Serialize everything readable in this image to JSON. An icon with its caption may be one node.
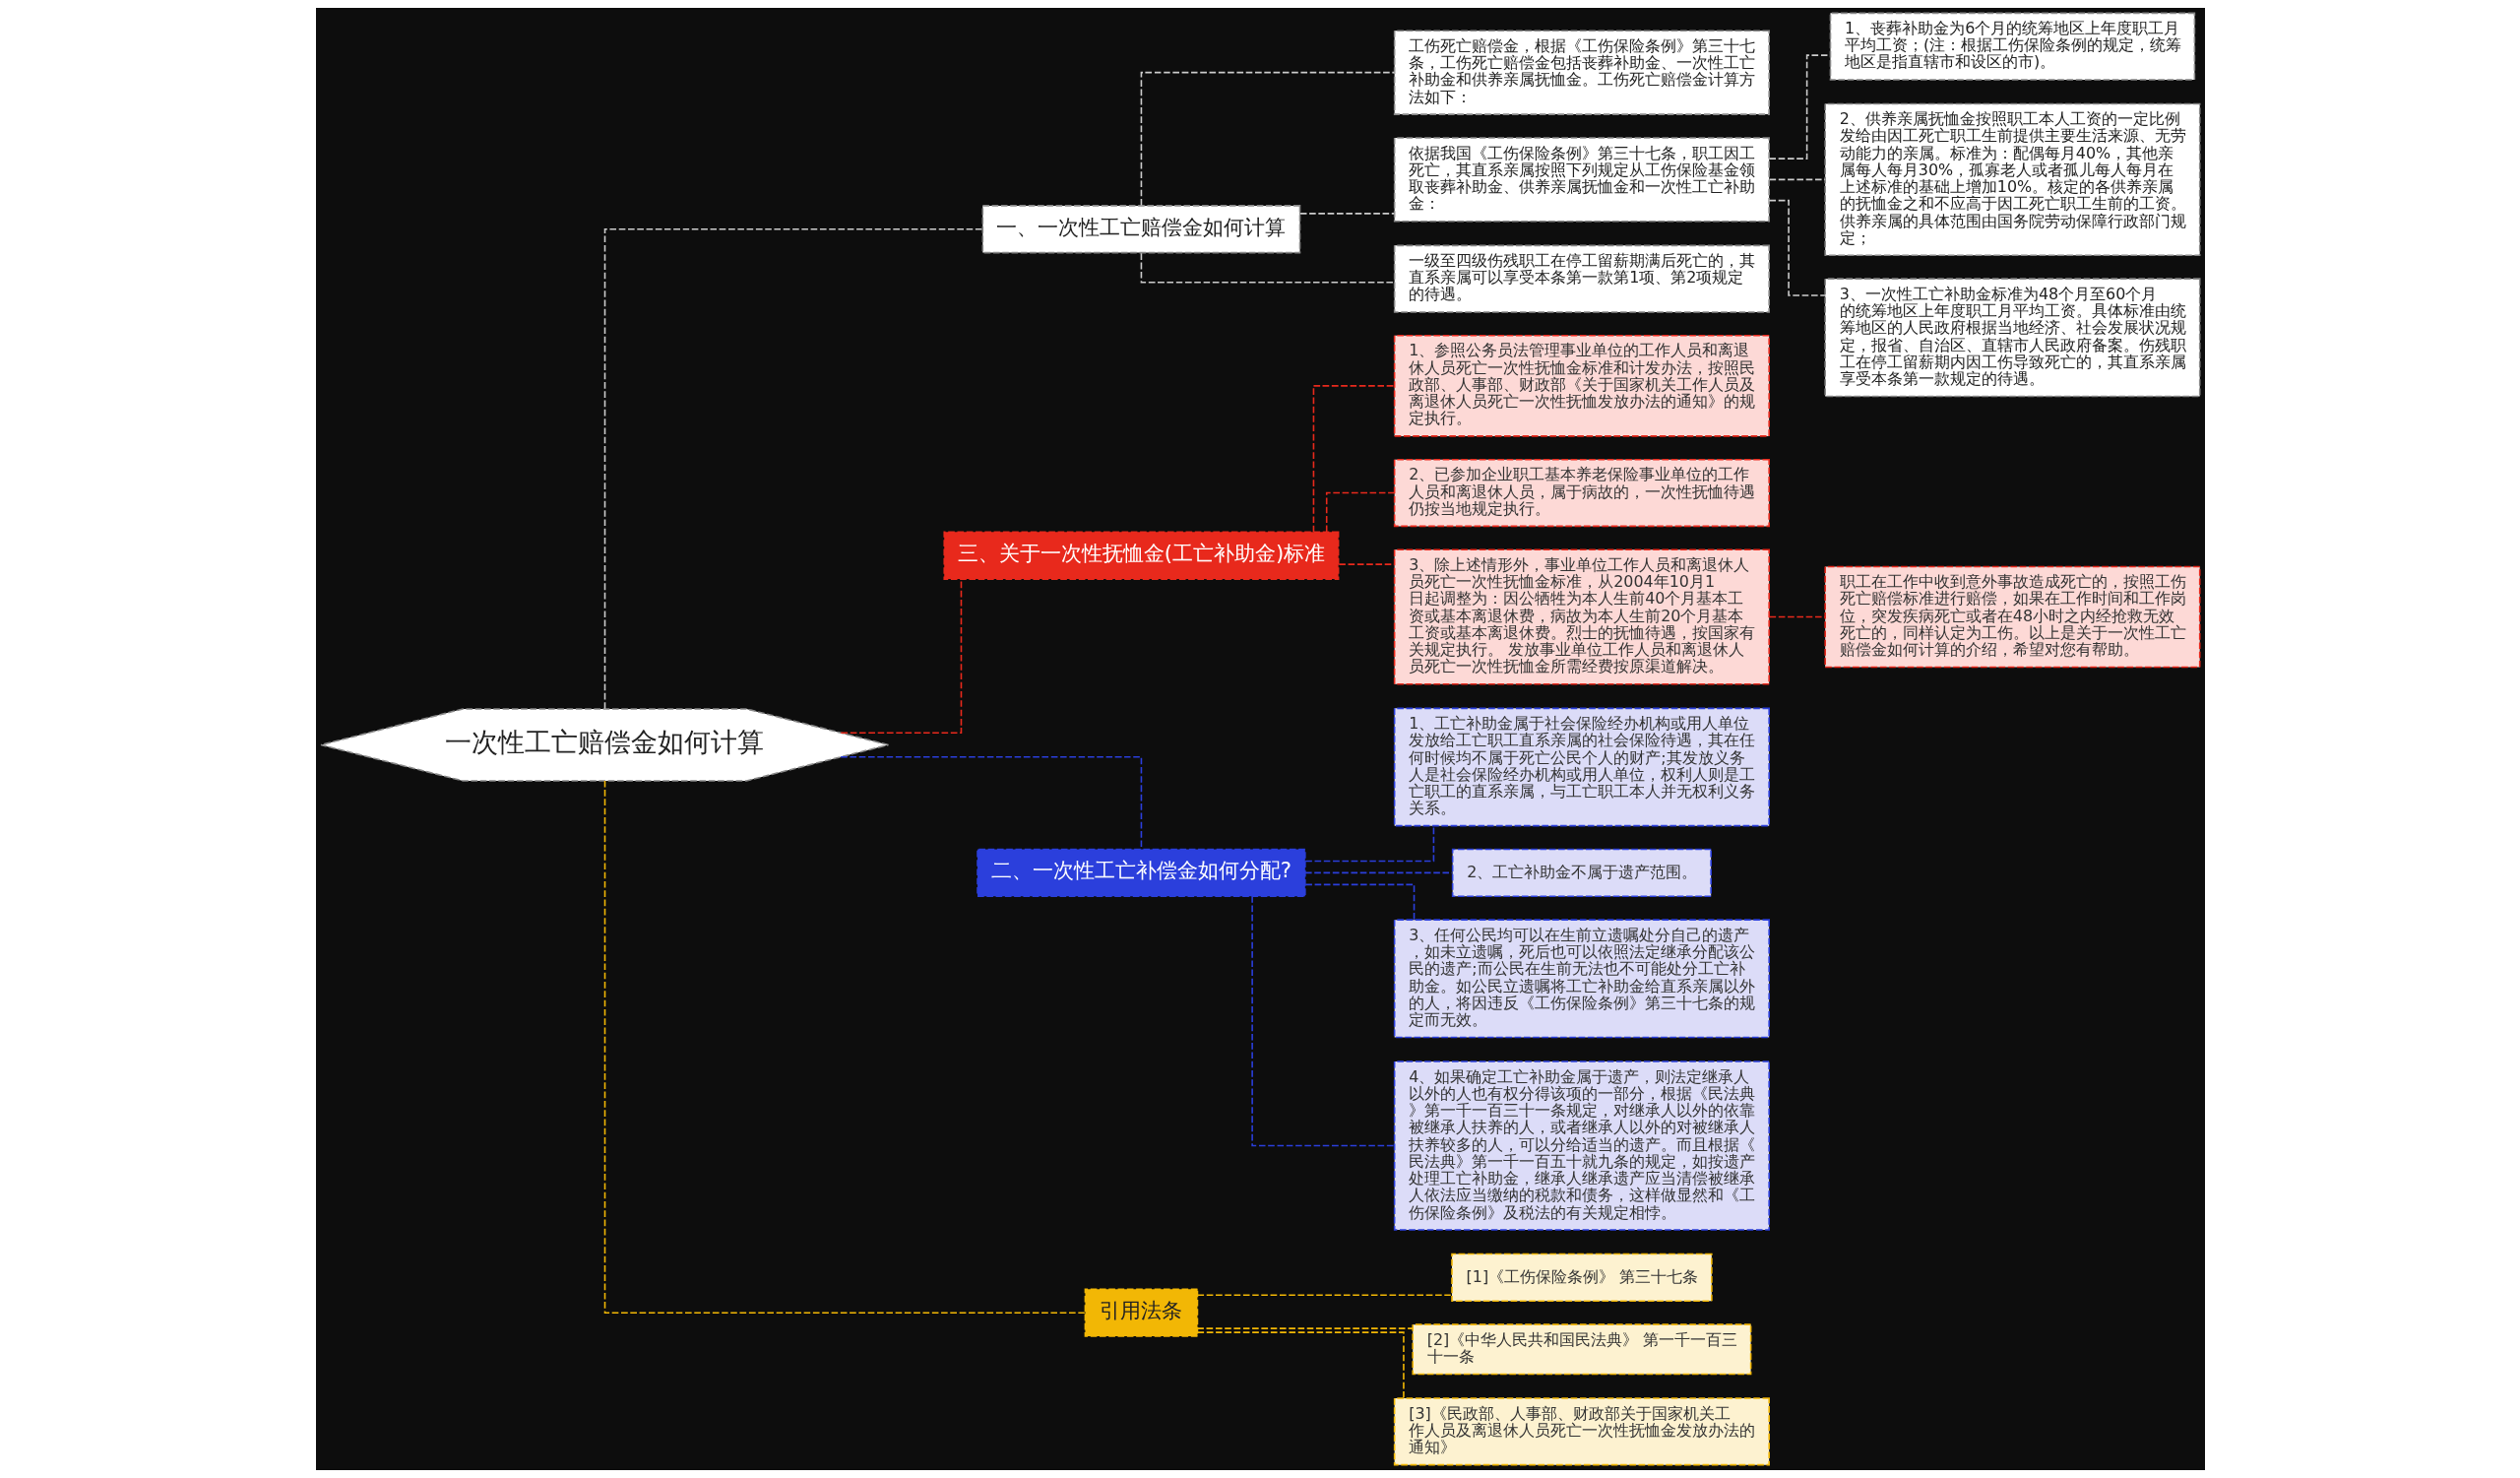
{
  "diagram": {
    "nodes": [
      {
        "text": [
          "一次性工亡赔偿金如何计算"
        ]
      },
      {
        "text": [
          "一、一次性工亡赔偿金如何计算"
        ]
      },
      {
        "text": [
          "工伤死亡赔偿金，根据《工伤保险条例》第三十七条，工伤死亡赔偿金包括丧葬补助金、一次性工亡补助金和供养亲属抚恤金。工伤死亡赔偿金计算方法如下："
        ]
      },
      {
        "text": [
          "依据我国《工伤保险条例》第三十七条，职工因工死亡，其直系亲属按照下列规定从工伤保险基金领取丧葬补助金、供养亲属抚恤金和一次性工亡补助金："
        ]
      },
      {
        "text": [
          "1、丧葬补助金为6个月的统筹地区上年度职工月平均工资；(注：根据工伤保险条例的规定，统筹地区是指直辖市和设区的市)。"
        ]
      },
      {
        "text": [
          "2、供养亲属抚恤金按照职工本人工资的一定比例发给由因工死亡职工生前提供主要生活来源、无劳动能力的亲属。标准为：配偶每月40%，其他亲属每人每月30%，孤寡老人或者孤儿每人每月在上述标准的基础上增加10%。核定的各供养亲属的抚恤金之和不应高于因工死亡职工生前的工资。供养亲属的具体范围由国务院劳动保障行政部门规定；"
        ]
      },
      {
        "text": [
          "3、一次性工亡补助金标准为48个月至60个月的统筹地区上年度职工月平均工资。具体标准由统筹地区的人民政府根据当地经济、社会发展状况规定，报省、自治区、直辖市人民政府备案。伤残职工在停工留薪期内因工伤导致死亡的，其直系亲属享受本条第一款规定的待遇。"
        ]
      },
      {
        "text": [
          "一级至四级伤残职工在停工留薪期满后死亡的，其直系亲属可以享受本条第一款第1项、第2项规定的待遇。"
        ]
      },
      {
        "text": [
          "三、关于一次性抚恤金(工亡补助金)标准"
        ]
      },
      {
        "text": [
          "1、参照公务员法管理事业单位的工作人员和离退休人员死亡一次性抚恤金标准和计发办法，按照民政部、人事部、财政部《关于国家机关工作人员及离退休人员死亡一次性抚恤发放办法的通知》的规定执行。"
        ]
      },
      {
        "text": [
          "2、已参加企业职工基本养老保险事业单位的工作人员和离退休人员，属于病故的，一次性抚恤待遇仍按当地规定执行。"
        ]
      },
      {
        "text": [
          "3、除上述情形外，事业单位工作人员和离退休人员死亡一次性抚恤金标准，从2004年10月1日起调整为：因公牺牲为本人生前40个月基本工资或基本离退休费，病故为本人生前20个月基本工资或基本离退休费。烈士的抚恤待遇，按国家有关规定执行。 发放事业单位工作人员和离退休人员死亡一次性抚恤金所需经费按原渠道解决。"
        ]
      },
      {
        "text": [
          "职工在工作中收到意外事故造成死亡的，按照工伤死亡赔偿标准进行赔偿，如果在工作时间和工作岗位，突发疾病死亡或者在48小时之内经抢救无效死亡的，同样认定为工伤。以上是关于一次性工亡赔偿金如何计算的介绍，希望对您有帮助。"
        ]
      },
      {
        "text": [
          "二、一次性工亡补偿金如何分配?"
        ]
      },
      {
        "text": [
          "1、工亡补助金属于社会保险经办机构或用人单位发放给工亡职工直系亲属的社会保险待遇，其在任何时候均不属于死亡公民个人的财产;其发放义务人是社会保险经办机构或用人单位，权利人则是工亡职工的直系亲属，与工亡职工本人并无权利义务关系。"
        ]
      },
      {
        "text": [
          "2、工亡补助金不属于遗产范围。"
        ]
      },
      {
        "text": [
          "3、任何公民均可以在生前立遗嘱处分自己的遗产，如未立遗嘱，死后也可以依照法定继承分配该公民的遗产;而公民在生前无法也不可能处分工亡补助金。如公民立遗嘱将工亡补助金给直系亲属以外的人，将因违反《工伤保险条例》第三十七条的规定而无效。"
        ]
      },
      {
        "text": [
          "4、如果确定工亡补助金属于遗产，则法定继承人以外的人也有权分得该项的一部分，根据《民法典》第一千一百三十一条规定，对继承人以外的依靠被继承人扶养的人，或者继承人以外的对被继承人扶养较多的人，可以分给适当的遗产。而且根据《民法典》第一千一百五十就九条的规定，如按遗产处理工亡补助金，继承人继承遗产应当清偿被继承人依法应当缴纳的税款和债务，这样做显然和《工伤保险条例》及税法的有关规定相悖。"
        ]
      },
      {
        "text": [
          "引用法条"
        ]
      },
      {
        "text": [
          "[1]《工伤保险条例》 第三十七条"
        ]
      },
      {
        "text": [
          "[2]《中华人民共和国民法典》 第一千一百三十一条"
        ]
      },
      {
        "text": [
          "[3]《民政部、人事部、财政部关于国家机关工作人员及离退休人员死亡一次性抚恤金发放办法的通知》"
        ]
      }
    ],
    "edges": [
      {
        "from": 0,
        "to": 1,
        "arrow": "none",
        "style": "dashed"
      },
      {
        "from": 1,
        "to": 2,
        "arrow": "none",
        "style": "dashed"
      },
      {
        "from": 1,
        "to": 3,
        "arrow": "none",
        "style": "dashed"
      },
      {
        "from": 3,
        "to": 4,
        "arrow": "none",
        "style": "dashed"
      },
      {
        "from": 3,
        "to": 5,
        "arrow": "none",
        "style": "dashed"
      },
      {
        "from": 3,
        "to": 6,
        "arrow": "none",
        "style": "dashed"
      },
      {
        "from": 1,
        "to": 7,
        "arrow": "none",
        "style": "dashed"
      },
      {
        "from": 0,
        "to": 8,
        "arrow": "none",
        "style": "dashed",
        "color": "#e8291c"
      },
      {
        "from": 8,
        "to": 9,
        "arrow": "none",
        "style": "dashed",
        "color": "#e8291c"
      },
      {
        "from": 8,
        "to": 10,
        "arrow": "none",
        "style": "dashed",
        "color": "#e8291c"
      },
      {
        "from": 8,
        "to": 11,
        "arrow": "none",
        "style": "dashed",
        "color": "#e8291c"
      },
      {
        "from": 11,
        "to": 12,
        "arrow": "none",
        "style": "dashed",
        "color": "#e8291c"
      },
      {
        "from": 0,
        "to": 13,
        "arrow": "none",
        "style": "dashed",
        "color": "#2b3fdc"
      },
      {
        "from": 13,
        "to": 14,
        "arrow": "none",
        "style": "dashed",
        "color": "#2b3fdc"
      },
      {
        "from": 13,
        "to": 15,
        "arrow": "none",
        "style": "dashed",
        "color": "#2b3fdc"
      },
      {
        "from": 13,
        "to": 16,
        "arrow": "none",
        "style": "dashed",
        "color": "#2b3fdc"
      },
      {
        "from": 13,
        "to": 17,
        "arrow": "none",
        "style": "dashed",
        "color": "#2b3fdc"
      },
      {
        "from": 0,
        "to": 18,
        "arrow": "none",
        "style": "dashed",
        "color": "#f2b705"
      },
      {
        "from": 18,
        "to": 19,
        "arrow": "none",
        "style": "dashed",
        "color": "#f2b705"
      },
      {
        "from": 18,
        "to": 20,
        "arrow": "none",
        "style": "dashed",
        "color": "#f2b705"
      },
      {
        "from": 18,
        "to": 21,
        "arrow": "none",
        "style": "dashed",
        "color": "#f2b705"
      }
    ]
  }
}
